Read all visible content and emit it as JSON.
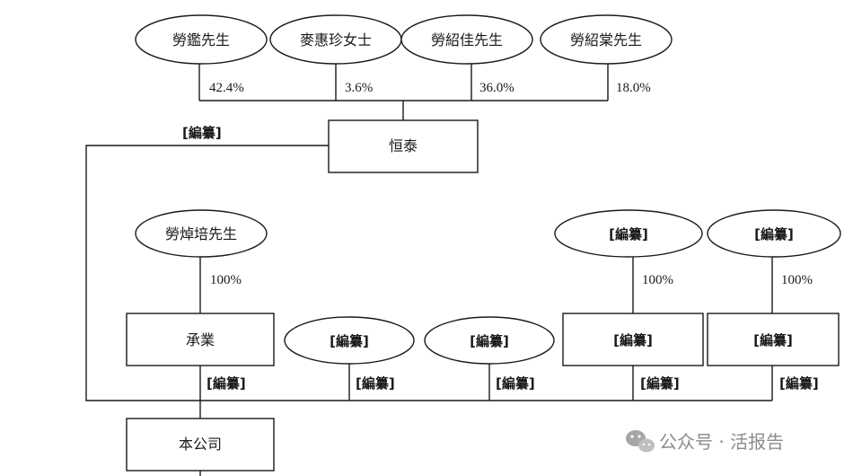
{
  "shareholders": [
    {
      "name": "勞鑑先生",
      "percent": "42.4%"
    },
    {
      "name": "麥惠珍女士",
      "percent": "3.6%"
    },
    {
      "name": "勞紹佳先生",
      "percent": "36.0%"
    },
    {
      "name": "勞紹棠先生",
      "percent": "18.0%"
    }
  ],
  "hengtai": {
    "name": "恒泰",
    "redacted_label": "[編纂]"
  },
  "lao_zhuopei": {
    "name": "勞焯培先生",
    "percent": "100%"
  },
  "chengye": {
    "name": "承業",
    "redacted_label": "[編纂]"
  },
  "redacted_ovals": [
    "[編纂]",
    "[編纂]"
  ],
  "redacted_oval_labels": [
    "[編纂]",
    "[編纂]"
  ],
  "top_right_ovals": [
    "[編纂]",
    "[編纂]"
  ],
  "top_right_percents": [
    "100%",
    "100%"
  ],
  "right_boxes": [
    "[編纂]",
    "[編纂]"
  ],
  "right_box_labels": [
    "[編纂]",
    "[編纂]"
  ],
  "company": {
    "name": "本公司"
  },
  "watermark": {
    "text": "公众号 · 活报告"
  }
}
